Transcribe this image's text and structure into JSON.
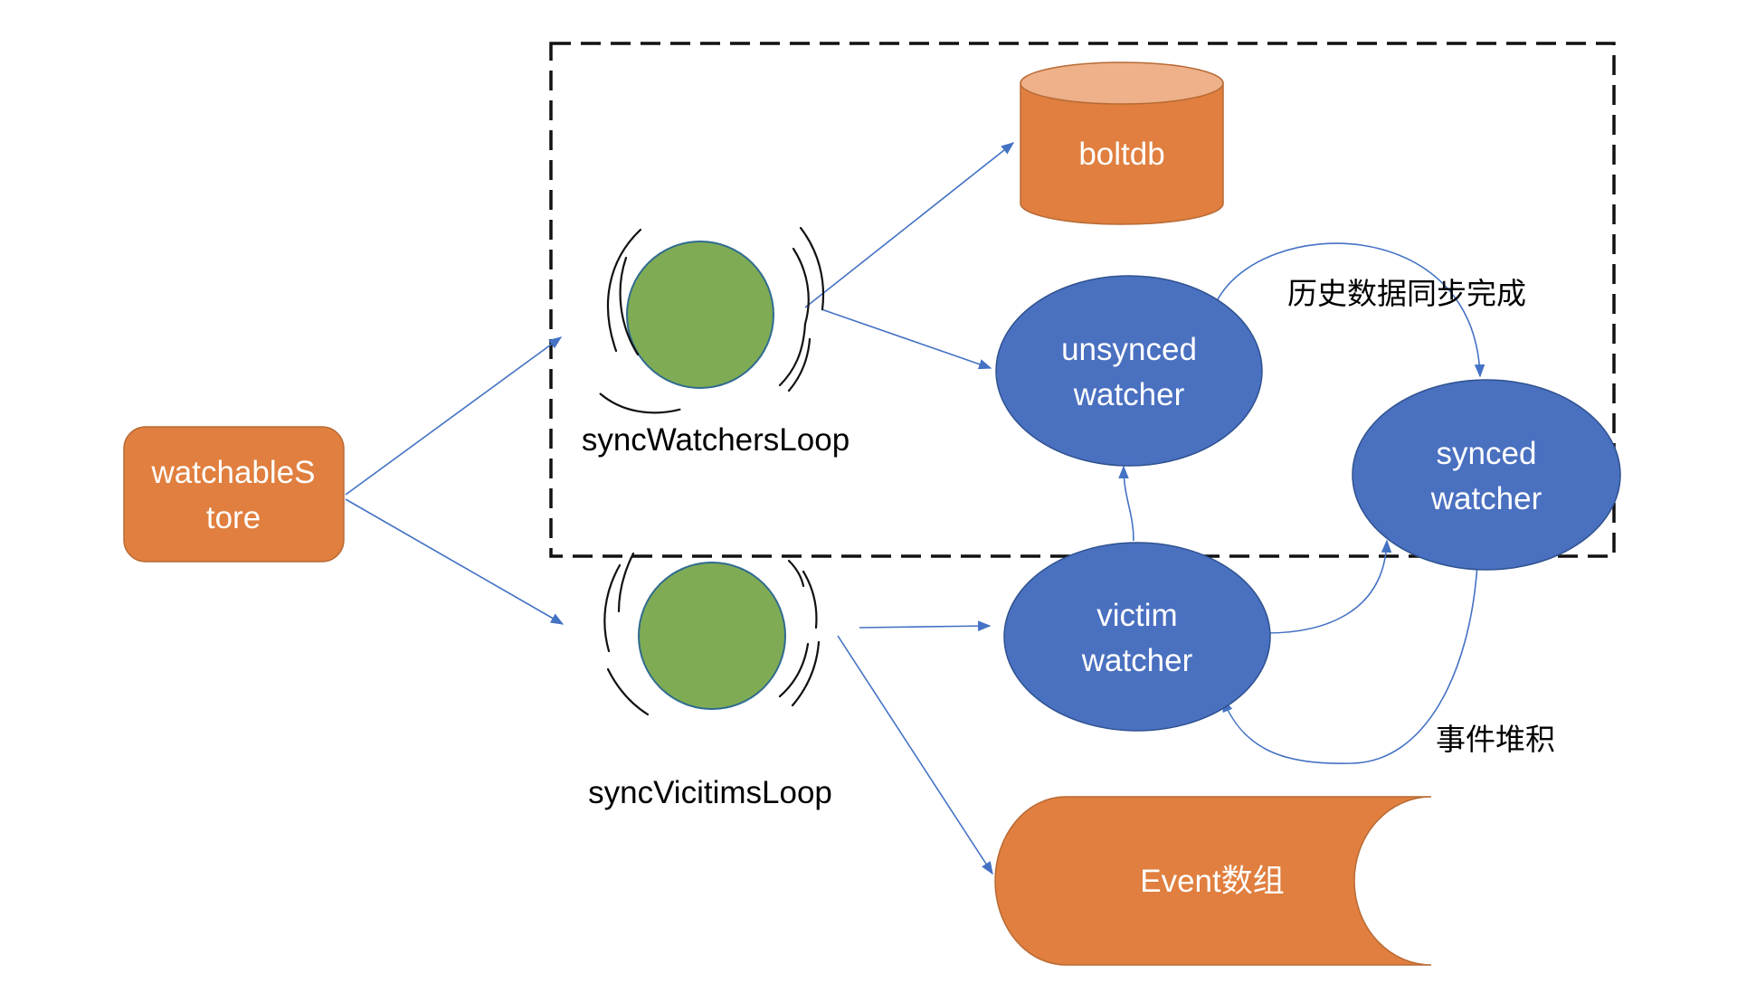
{
  "nodes": {
    "watchable_store": {
      "line1": "watchableS",
      "line2": "tore"
    },
    "boltdb": {
      "label": "boltdb"
    },
    "unsynced_watcher": {
      "line1": "unsynced",
      "line2": "watcher"
    },
    "synced_watcher": {
      "line1": "synced",
      "line2": "watcher"
    },
    "victim_watcher": {
      "line1": "victim",
      "line2": "watcher"
    },
    "event_array": {
      "label": "Event数组"
    },
    "sync_watchers_loop": {
      "label": "syncWatchersLoop"
    },
    "sync_victims_loop": {
      "label": "syncVicitimsLoop"
    }
  },
  "edge_labels": {
    "history_sync_done": "历史数据同步完成",
    "event_backlog": "事件堆积"
  },
  "colors": {
    "orange": "#e07f3f",
    "orange_top": "#eeb189",
    "blue": "#4a70c0",
    "green": "#7fab55",
    "edge": "#4472c4"
  }
}
